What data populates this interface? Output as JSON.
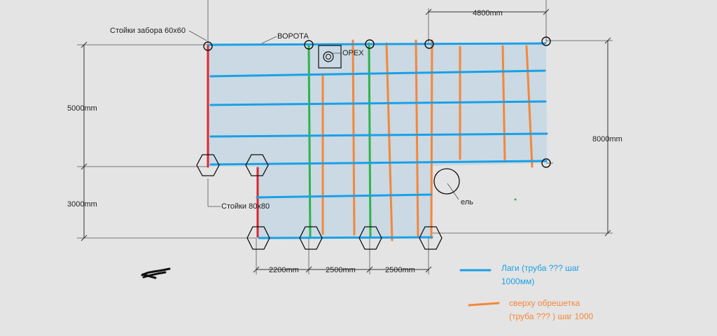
{
  "labels": {
    "fence_posts": "Стойки забора 60х60",
    "gate": "ВОРОТА",
    "nut": "ОРЕХ",
    "posts_80": "Стойки 80х80",
    "spruce": "ель"
  },
  "dimensions": {
    "top_width": "4800mm",
    "left_upper": "5000mm",
    "left_lower": "3000mm",
    "right_total": "8000mm",
    "bottom_1": "2200mm",
    "bottom_2": "2500mm",
    "bottom_3": "2500mm"
  },
  "legend": {
    "blue": {
      "line1": "Лаги (труба ??? шаг",
      "line2": "1000мм)",
      "color": "#1aa0e6"
    },
    "orange": {
      "line1": "сверху обрешетка",
      "line2": "(труба ??? ) шаг 1000",
      "color": "#f5863a"
    }
  },
  "colors": {
    "background": "#e4e4e4",
    "area_fill": "#cad9e3",
    "joists": "#1aa0e6",
    "battens": "#f5863a",
    "green": "#2db34a",
    "red": "#e0262e"
  }
}
